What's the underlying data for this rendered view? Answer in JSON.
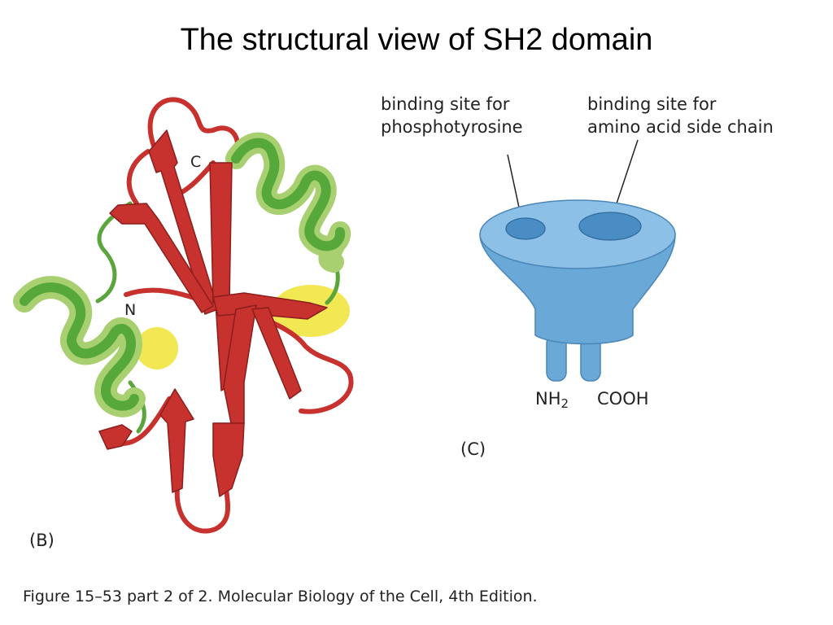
{
  "title": "The structural view of SH2 domain",
  "panel_b": {
    "label": "(B)",
    "n_terminus": "N",
    "c_terminus": "C"
  },
  "panel_c": {
    "label": "(C)",
    "phosphotyrosine_site": [
      "binding site for",
      "phosphotyrosine"
    ],
    "side_chain_site": [
      "binding site for",
      "amino acid side chain"
    ],
    "nh2": "NH",
    "nh2_sub": "2",
    "cooh": "COOH"
  },
  "caption": "Figure 15–53 part 2 of 2. Molecular Biology of the Cell, 4th Edition.",
  "colors": {
    "strand": "#c8322e",
    "helix": "#56a83a",
    "helix_light": "#a8d070",
    "ligand": "#f0e640",
    "domain_blue": "#6aa8d8",
    "domain_dark": "#4a86b8"
  }
}
